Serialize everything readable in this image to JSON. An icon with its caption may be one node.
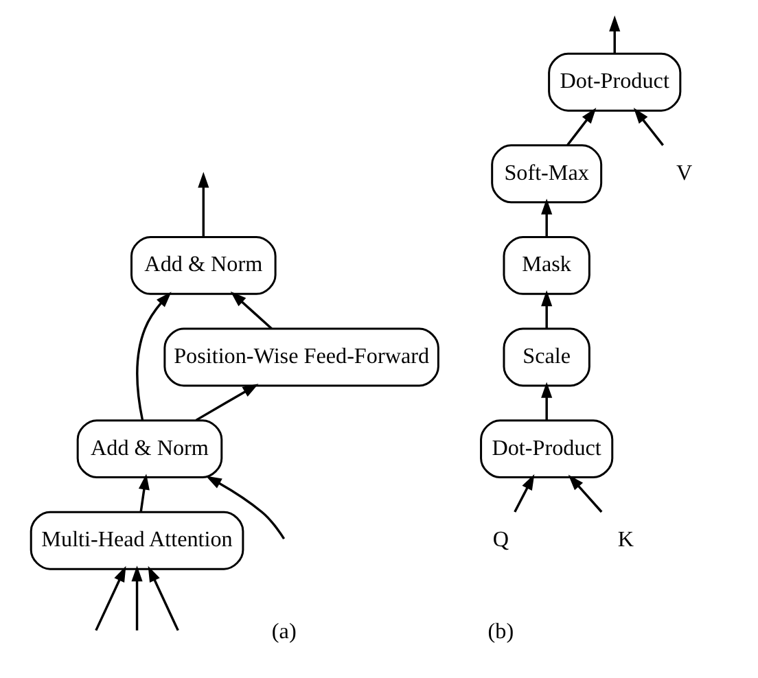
{
  "diagram": {
    "nodes": [
      {
        "text": [
          "Add & Norm"
        ]
      },
      {
        "text": [
          "Position-Wise Feed-Forward"
        ]
      },
      {
        "text": [
          "Add & Norm"
        ]
      },
      {
        "text": [
          "Multi-Head Attention"
        ]
      },
      {
        "text": [
          "Dot-Product"
        ]
      },
      {
        "text": [
          "Soft-Max"
        ]
      },
      {
        "text": [
          "Mask"
        ]
      },
      {
        "text": [
          "Scale"
        ]
      },
      {
        "text": [
          "Dot-Product"
        ]
      },
      {
        "text": [
          "Q"
        ]
      },
      {
        "text": [
          "K"
        ]
      },
      {
        "text": [
          "V"
        ]
      }
    ],
    "edges": [
      {
        "from": 0,
        "to": null,
        "arrow": "to"
      },
      {
        "from": 1,
        "to": 0,
        "arrow": "to"
      },
      {
        "from": 2,
        "to": 1,
        "arrow": "to"
      },
      {
        "from": 2,
        "to": 0,
        "arrow": "to"
      },
      {
        "from": 3,
        "to": 2,
        "arrow": "to"
      },
      {
        "from": null,
        "to": 2,
        "arrow": "to"
      },
      {
        "from": null,
        "to": 3,
        "arrow": "to"
      },
      {
        "from": null,
        "to": 3,
        "arrow": "to"
      },
      {
        "from": null,
        "to": 3,
        "arrow": "to"
      },
      {
        "from": 4,
        "to": null,
        "arrow": "to"
      },
      {
        "from": 5,
        "to": 4,
        "arrow": "to"
      },
      {
        "from": 6,
        "to": 5,
        "arrow": "to"
      },
      {
        "from": 7,
        "to": 6,
        "arrow": "to"
      },
      {
        "from": 8,
        "to": 7,
        "arrow": "to"
      },
      {
        "from": 9,
        "to": 8,
        "arrow": "to"
      },
      {
        "from": 10,
        "to": 8,
        "arrow": "to"
      },
      {
        "from": 11,
        "to": 4,
        "arrow": "to"
      }
    ],
    "labels": [
      "(a)",
      "(b)"
    ]
  }
}
